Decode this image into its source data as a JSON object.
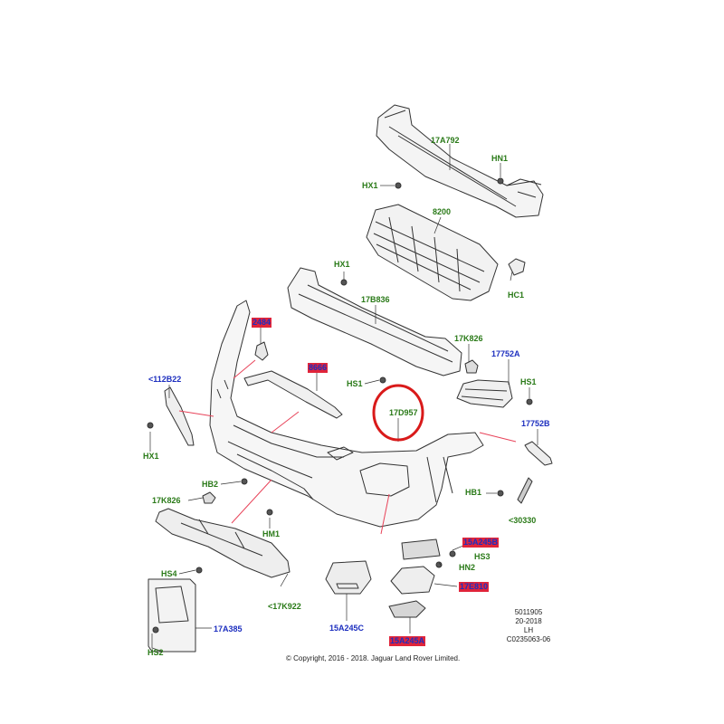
{
  "parts": {
    "p17A792": "17A792",
    "pHN1": "HN1",
    "pHX1_top": "HX1",
    "p8200": "8200",
    "pHX1_mid": "HX1",
    "pHC1": "HC1",
    "p17B836": "17B836",
    "p2484": "2484",
    "p17K826_r": "17K826",
    "p17752A": "17752A",
    "p8666": "8666",
    "p112B22": "<112B22",
    "pHS1_l": "HS1",
    "pHS1_r": "HS1",
    "p17D957": "17D957",
    "pHX1_l": "HX1",
    "p17752B": "17752B",
    "pHB2": "HB2",
    "p17K826_l": "17K826",
    "pHB1": "HB1",
    "p30330": "<30330",
    "pHM1": "HM1",
    "p15A245B": "15A245B",
    "pHS3": "HS3",
    "pHS4": "HS4",
    "pHN2": "HN2",
    "p17E810": "17E810",
    "p17K922": "<17K922",
    "p17A385": "17A385",
    "p15A245C": "15A245C",
    "pHS2": "HS2",
    "p15A245A": "15A245A"
  },
  "meta": {
    "line1": "5011905",
    "line2": "20-2018",
    "line3": "LH",
    "line4": "C0235063-06"
  },
  "copyright": "© Copyright, 2016 - 2018. Jaguar Land Rover Limited.",
  "colors": {
    "green_label": "#2a7a18",
    "blue_label": "#1d2fbf",
    "highlight": "#e0243a",
    "circle": "#d91a1a",
    "pointer": "#e8445a"
  }
}
